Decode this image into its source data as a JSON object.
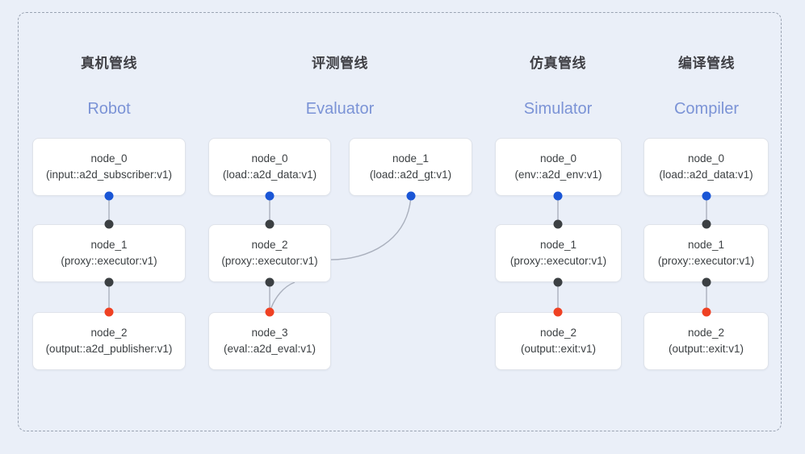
{
  "diagram": {
    "frame": {
      "style": "dashed-rounded-rect",
      "border_color": "#9aa3b2"
    },
    "background_color": "#eaeff8",
    "port_colors": {
      "input": "#1a56d6",
      "middle": "#3c4043",
      "output": "#ef4123"
    },
    "columns": [
      {
        "id": "robot",
        "title_cn": "真机管线",
        "title_en": "Robot",
        "nodes": [
          {
            "name": "node_0",
            "type": "(input::a2d_subscriber:v1)"
          },
          {
            "name": "node_1",
            "type": "(proxy::executor:v1)"
          },
          {
            "name": "node_2",
            "type": "(output::a2d_publisher:v1)"
          }
        ]
      },
      {
        "id": "evaluator",
        "title_cn": "评测管线",
        "title_en": "Evaluator",
        "nodes": [
          {
            "name": "node_0",
            "type": "(load::a2d_data:v1)"
          },
          {
            "name": "node_1",
            "type": "(load::a2d_gt:v1)"
          },
          {
            "name": "node_2",
            "type": "(proxy::executor:v1)"
          },
          {
            "name": "node_3",
            "type": "(eval::a2d_eval:v1)"
          }
        ]
      },
      {
        "id": "simulator",
        "title_cn": "仿真管线",
        "title_en": "Simulator",
        "nodes": [
          {
            "name": "node_0",
            "type": "(env::a2d_env:v1)"
          },
          {
            "name": "node_1",
            "type": "(proxy::executor:v1)"
          },
          {
            "name": "node_2",
            "type": "(output::exit:v1)"
          }
        ]
      },
      {
        "id": "compiler",
        "title_cn": "编译管线",
        "title_en": "Compiler",
        "nodes": [
          {
            "name": "node_0",
            "type": "(load::a2d_data:v1)"
          },
          {
            "name": "node_1",
            "type": "(proxy::executor:v1)"
          },
          {
            "name": "node_2",
            "type": "(output::exit:v1)"
          }
        ]
      }
    ]
  }
}
